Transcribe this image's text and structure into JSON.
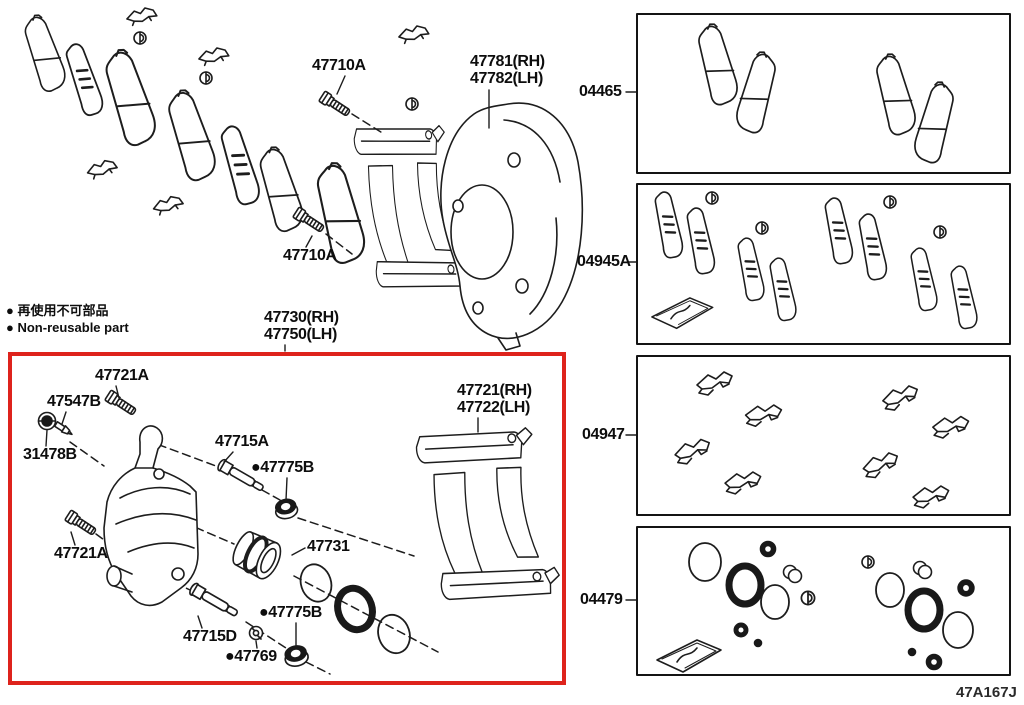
{
  "figure": {
    "code": "47A167J"
  },
  "legend": {
    "jp": "● 再使用不可部品",
    "en": "● Non-reusable part"
  },
  "colors": {
    "line": "#1d1d1d",
    "highlight_box": "#de231c"
  },
  "labels": {
    "bolt_upper": "47710A",
    "shield_rh": "47781(RH)",
    "shield_lh": "47782(LH)",
    "bolt_lower": "47710A",
    "caliper_asm_rh": "47730(RH)",
    "caliper_asm_lh": "47750(LH)",
    "mount_bolt_top": "47721A",
    "bleeder_plug": "47547B",
    "bleeder_cap": "31478B",
    "mount_bolt_bottom": "47721A",
    "slide_pin_top": "47715A",
    "pin_boot_top": "●47775B",
    "piston": "47731",
    "pin_boot_bottom": "●47775B",
    "slide_pin_bottom": "47715D",
    "pin_washer": "●47769",
    "bracket_rh": "47721(RH)",
    "bracket_lh": "47722(LH)"
  },
  "kits": {
    "pad_kit": "04465",
    "shim_kit": "04945A",
    "fitting_kit": "04947",
    "seal_kit": "04479"
  }
}
